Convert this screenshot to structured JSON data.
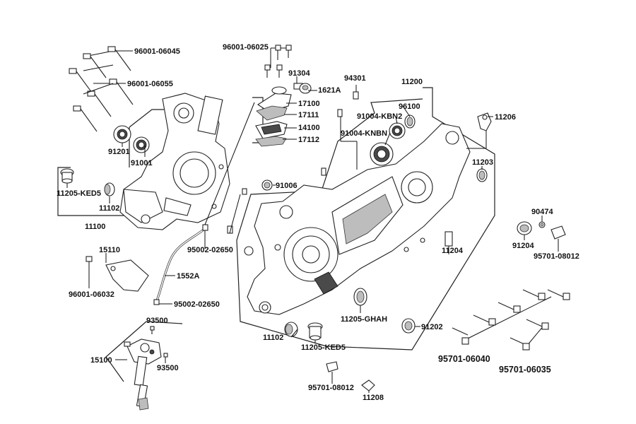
{
  "labels": {
    "p96001_06045": "96001-06045",
    "p96001_06055": "96001-06055",
    "p91201": "91201",
    "p91001": "91001",
    "p11205_ked5_a": "11205-KED5",
    "p11102_a": "11102",
    "p11100": "11100",
    "p96001_06025": "96001-06025",
    "p91304": "91304",
    "p1621a": "1621A",
    "p17100": "17100",
    "p17111": "17111",
    "p14100": "14100",
    "p17112": "17112",
    "p94301": "94301",
    "p11200": "11200",
    "p96100": "96100",
    "p91004_kbn2": "91004-KBN2",
    "p91004_knbn": "91004-KNBN",
    "p11206": "11206",
    "p11203": "11203",
    "p91006": "91006",
    "p95002_02650_a": "95002-02650",
    "p15110": "15110",
    "p1552a": "1552A",
    "p96001_06032": "96001-06032",
    "p95002_02650_b": "95002-02650",
    "p93500_a": "93500",
    "p15100": "15100",
    "p93500_b": "93500",
    "p90474": "90474",
    "p91204": "91204",
    "p95701_08012_a": "95701-08012",
    "p11204": "11204",
    "p11205_ghah": "11205-GHAH",
    "p91202": "91202",
    "p11102_b": "11102",
    "p11205_ked5_b": "11205-KED5",
    "p95701_06040": "95701-06040",
    "p95701_06035": "95701-06035",
    "p95701_08012_b": "95701-08012",
    "p11208": "11208"
  }
}
